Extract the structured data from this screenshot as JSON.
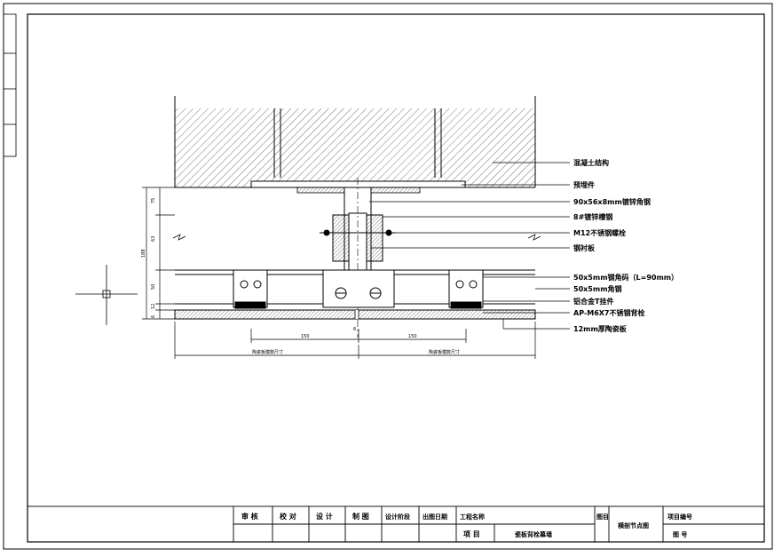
{
  "drawing": {
    "labels": [
      "混凝土结构",
      "预埋件",
      "90x56x8mm镀锌角钢",
      "8#镀锌槽钢",
      "M12不锈钢螺栓",
      "钢衬板",
      "50x5mm钢角码（L=90mm）",
      "50x5mm角钢",
      "铝合金T挂件",
      "AP-M6X7不锈钢背栓",
      "12mm厚陶瓷板"
    ],
    "dimensions": {
      "width_left": "150",
      "width_right": "150",
      "span_left": "陶瓷板模数尺寸",
      "span_right": "陶瓷板模数尺寸",
      "v_top": "75",
      "v_mid": "63",
      "v_total": "188",
      "v_lower": "50",
      "v_bottom_a": "12",
      "v_bottom_b": "6",
      "gap": "6"
    }
  },
  "title_block": {
    "headers": [
      "审 核",
      "校 对",
      "设 计",
      "制 图",
      "设计阶段",
      "出图日期",
      "工程名称"
    ],
    "project_label": "项 目",
    "project_value": "瓷板背栓幕墙",
    "drawing_title_label": "图目",
    "drawing_title_value": "横剖节点图",
    "project_no_label": "项目编号",
    "drawing_no_label": "图 号"
  },
  "colors": {
    "line": "#000000",
    "paper": "#ffffff"
  }
}
